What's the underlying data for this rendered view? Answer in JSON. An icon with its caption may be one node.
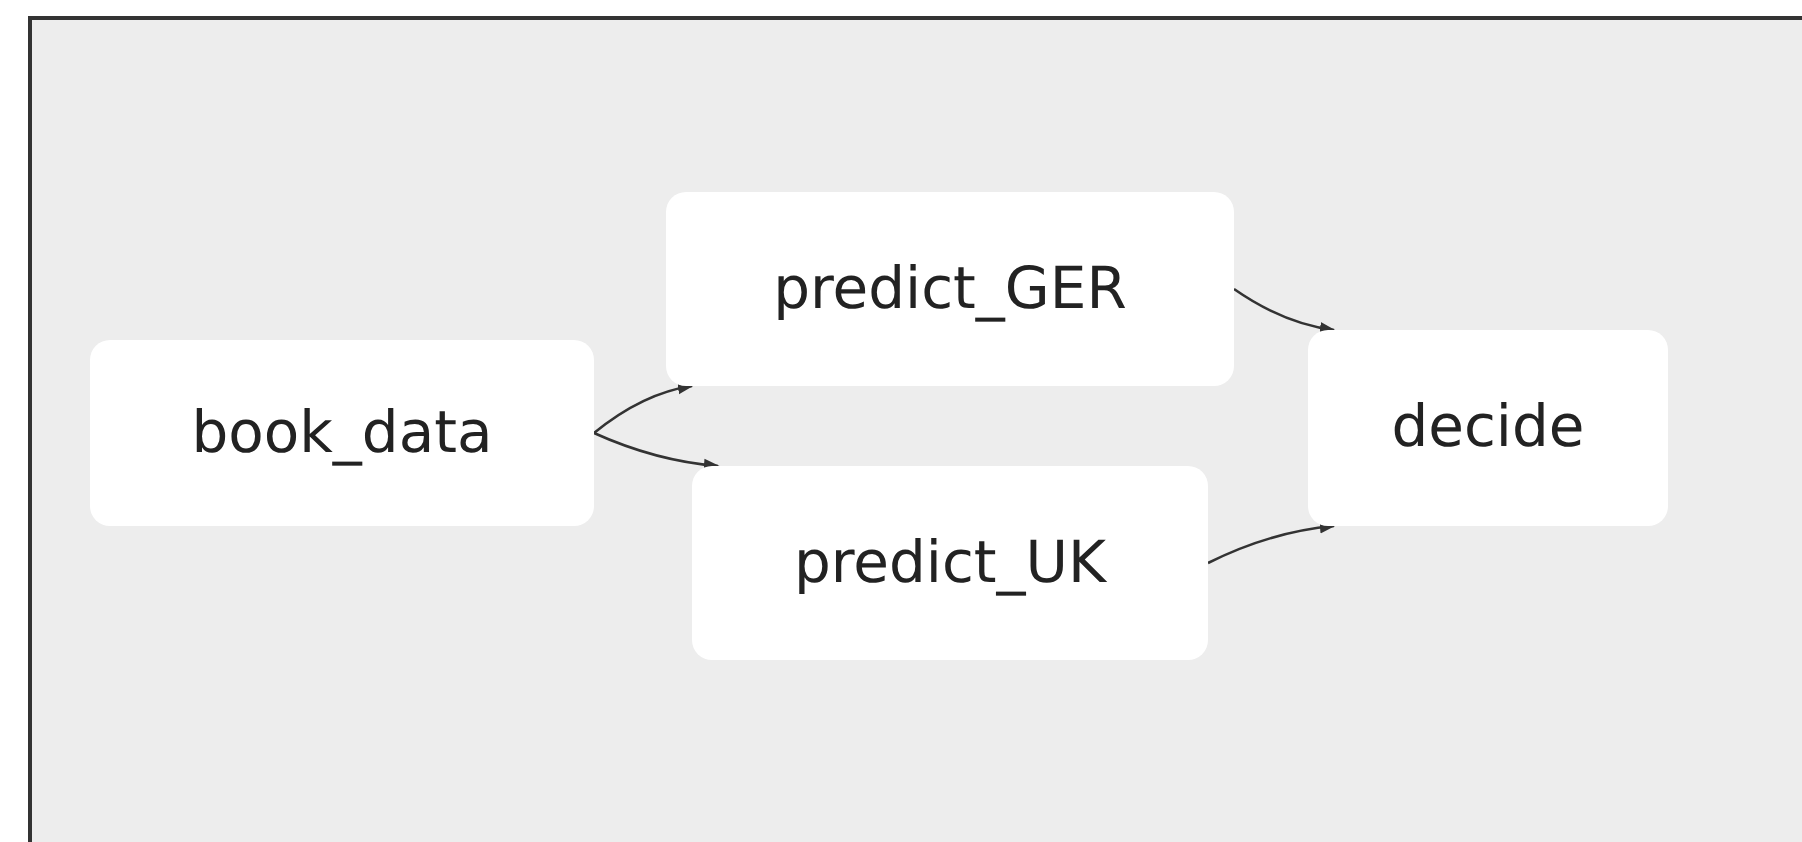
{
  "diagram": {
    "nodes": [
      {
        "text": [
          "book_data"
        ]
      },
      {
        "text": [
          "predict_GER"
        ]
      },
      {
        "text": [
          "predict_UK"
        ]
      },
      {
        "text": [
          "decide"
        ]
      }
    ],
    "edges": [
      {
        "from": 0,
        "to": 1,
        "arrow": "to"
      },
      {
        "from": 0,
        "to": 2,
        "arrow": "to"
      },
      {
        "from": 1,
        "to": 3,
        "arrow": "to"
      },
      {
        "from": 2,
        "to": 3,
        "arrow": "to"
      }
    ]
  }
}
